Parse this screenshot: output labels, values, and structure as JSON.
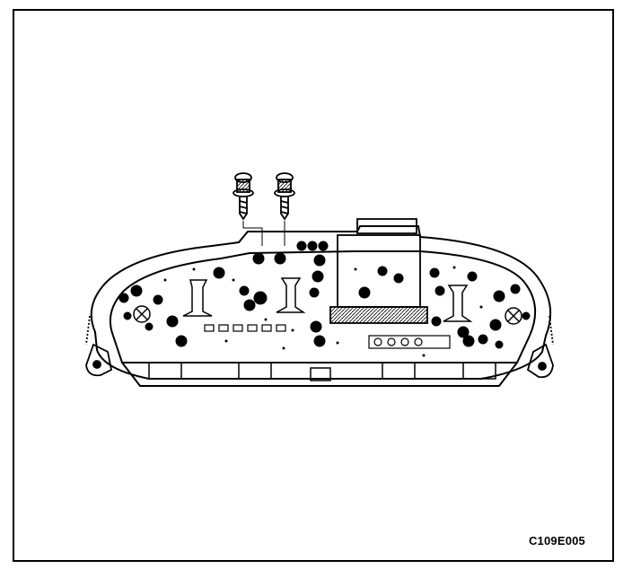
{
  "figure": {
    "code": "C109E005",
    "ink_color": "#000000",
    "paper_color": "#ffffff",
    "subject_icon": "instrument-cluster-circuit-board",
    "fastener_icon": "screw-icon",
    "fastener_count": 2
  }
}
